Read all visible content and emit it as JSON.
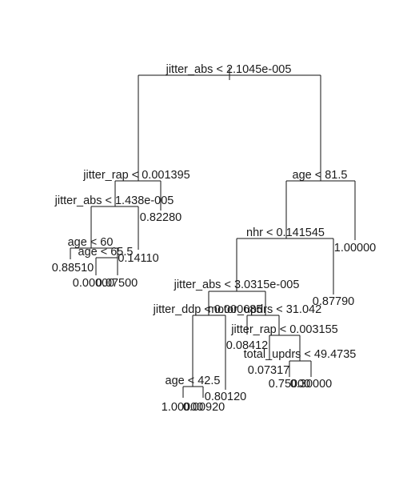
{
  "splits": {
    "root": "jitter_abs < 2.1045e-005",
    "l": "jitter_rap < 0.001395",
    "ll": "jitter_abs < 1.438e-005",
    "lll": "age < 60",
    "llr": "age < 65.5",
    "r": "age < 81.5",
    "rl": "nhr < 0.141545",
    "rll": "jitter_abs < 3.0315e-005",
    "rlll": "jitter_ddp < 0.000685",
    "rllll": "age < 42.5",
    "rllr": "motor_updrs < 31.042",
    "rllrr": "jitter_rap < 0.003155",
    "rllrrr": "total_updrs < 49.4735"
  },
  "leaves": {
    "lr": "0.82280",
    "llll": "0.88510",
    "llrl": "0.00000",
    "llrr": "0.14110",
    "llrr2": "0.07500",
    "rr": "1.00000",
    "rlr": "0.87790",
    "rlllr": "0.80120",
    "rlllll": "1.00000",
    "rllllr": "0.00920",
    "rllrl": "0.08412",
    "rllrrl": "0.07317",
    "rllrrrl": "0.75000",
    "rllrrrr": "0.30000"
  }
}
